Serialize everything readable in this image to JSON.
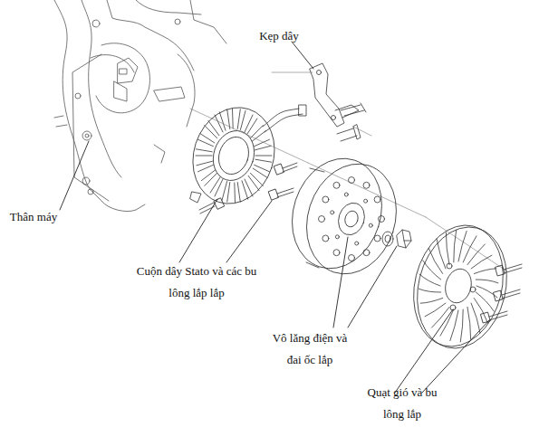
{
  "diagram": {
    "labels": [
      "Kẹp dây",
      "Thân máy",
      "Cuộn dây Stato và các bu lông lắp lắp",
      "Vô lăng điện và đai ốc lắp",
      "Quạt gió và bu lông lắp"
    ]
  }
}
